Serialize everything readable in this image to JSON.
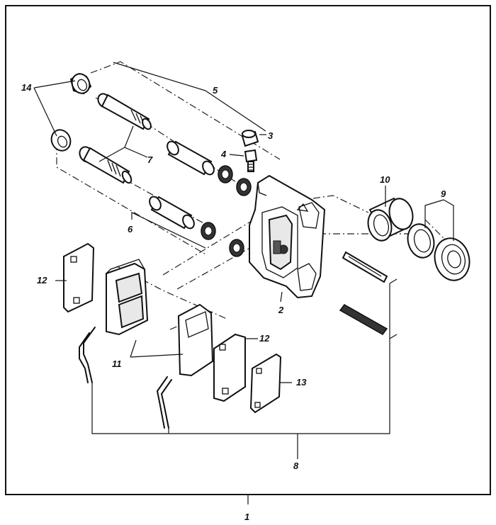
{
  "diagram": {
    "callouts": [
      {
        "id": "c1",
        "text": "1"
      },
      {
        "id": "c2",
        "text": "2"
      },
      {
        "id": "c3",
        "text": "3"
      },
      {
        "id": "c4",
        "text": "4"
      },
      {
        "id": "c5",
        "text": "5"
      },
      {
        "id": "c6",
        "text": "6"
      },
      {
        "id": "c7",
        "text": "7"
      },
      {
        "id": "c8",
        "text": "8"
      },
      {
        "id": "c9",
        "text": "9"
      },
      {
        "id": "c10",
        "text": "10"
      },
      {
        "id": "c11",
        "text": "11"
      },
      {
        "id": "c12a",
        "text": "12"
      },
      {
        "id": "c12b",
        "text": "12"
      },
      {
        "id": "c13",
        "text": "13"
      },
      {
        "id": "c14",
        "text": "14"
      }
    ]
  }
}
